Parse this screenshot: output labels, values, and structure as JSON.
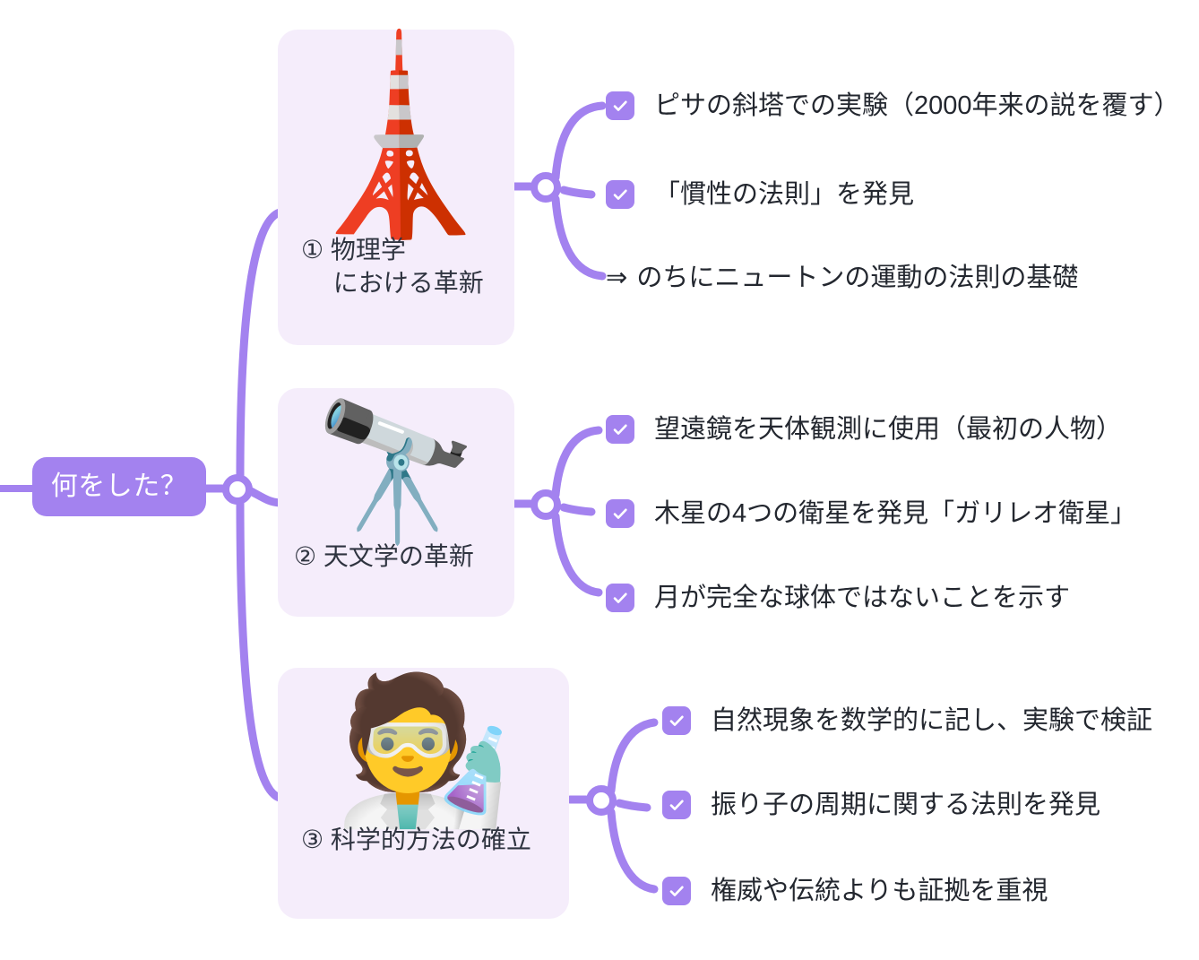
{
  "map": {
    "root": {
      "label": "何をした？",
      "color": "#a382ef",
      "text_color": "#ffffff"
    },
    "theme": {
      "line_color": "#a382ef",
      "card_bg": "#f5edfb",
      "checkbox_color": "#a382ef",
      "text_color": "#23272f"
    },
    "branches": [
      {
        "id": "branch-1",
        "emoji": "🗼",
        "emoji_name": "leaning-tower-of-pisa-icon",
        "label": "① 物理学\n　 における革新",
        "items": [
          {
            "text": "ピサの斜塔での実験（2000年来の説を覆す）",
            "checkbox": true
          },
          {
            "text": "「慣性の法則」を発見",
            "checkbox": true
          },
          {
            "text": "のちにニュートンの運動の法則の基礎",
            "checkbox": false,
            "prefix": "⇒"
          }
        ]
      },
      {
        "id": "branch-2",
        "emoji": "🔭",
        "emoji_name": "telescope-icon",
        "label": "② 天文学の革新",
        "items": [
          {
            "text": "望遠鏡を天体観測に使用（最初の人物）",
            "checkbox": true
          },
          {
            "text": "木星の4つの衛星を発見「ガリレオ衛星」",
            "checkbox": true
          },
          {
            "text": "月が完全な球体ではないことを示す",
            "checkbox": true
          }
        ]
      },
      {
        "id": "branch-3",
        "emoji": "🧑‍🔬",
        "emoji_name": "scientist-icon",
        "label": "③ 科学的方法の確立",
        "items": [
          {
            "text": "自然現象を数学的に記し、実験で検証",
            "checkbox": true
          },
          {
            "text": "振り子の周期に関する法則を発見",
            "checkbox": true
          },
          {
            "text": "権威や伝統よりも証拠を重視",
            "checkbox": true
          }
        ]
      }
    ]
  }
}
